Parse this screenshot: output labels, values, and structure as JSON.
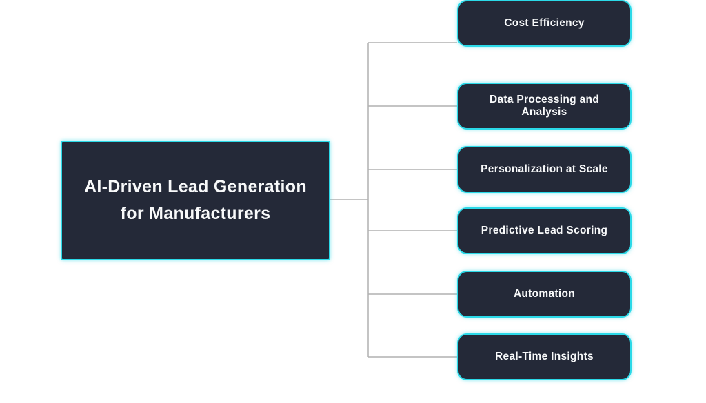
{
  "diagram": {
    "root": {
      "line1": "AI-Driven Lead Generation",
      "line2": "for Manufacturers"
    },
    "nodes": [
      {
        "label": "Data Processing and Analysis"
      },
      {
        "label": "Personalization at Scale"
      },
      {
        "label": "Predictive Lead Scoring"
      },
      {
        "label": "Automation"
      },
      {
        "label": "Real-Time Insights"
      },
      {
        "label": "Cost Efficiency"
      }
    ],
    "colors": {
      "accent_cyan": "#2bd9e8",
      "node_fill": "#242938",
      "connector_gray": "#b1b1b1",
      "text": "#f8f9fa",
      "background": "#ffffff"
    }
  }
}
